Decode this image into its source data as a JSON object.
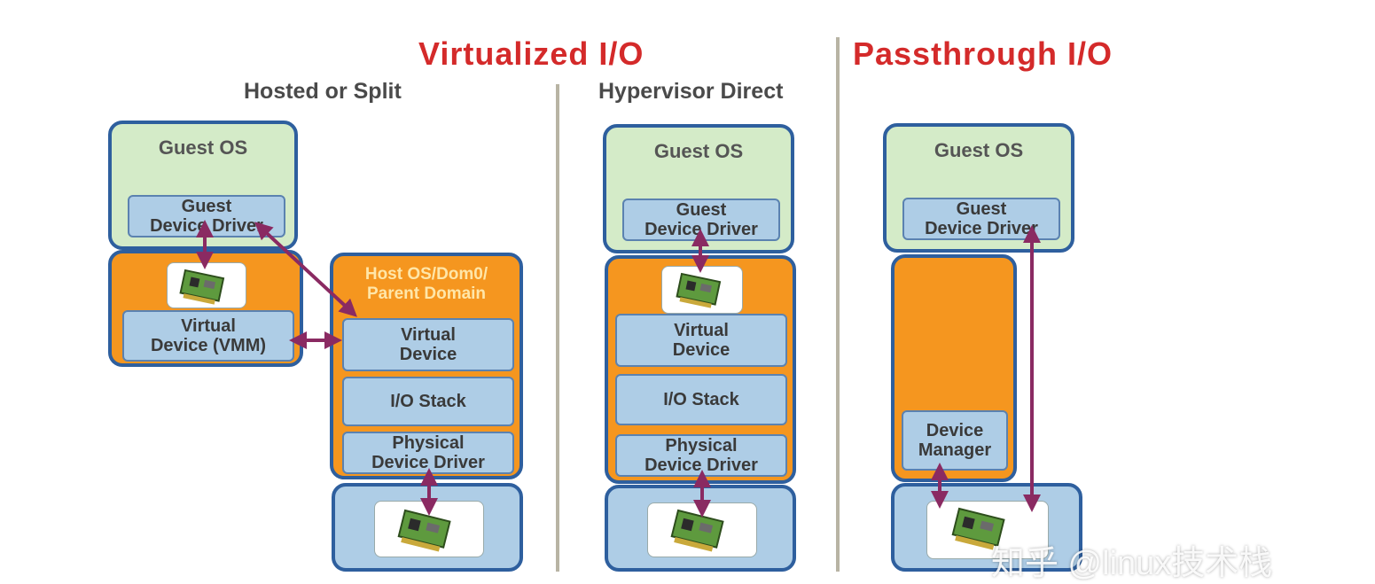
{
  "titles": {
    "virtualized": "Virtualized I/O",
    "passthrough": "Passthrough I/O"
  },
  "sections": {
    "hosted": "Hosted or Split",
    "hypervisor": "Hypervisor Direct"
  },
  "hosted": {
    "guest_os": "Guest OS",
    "guest_driver": "Guest\nDevice Driver",
    "virtual_device_vmm": "Virtual\nDevice (VMM)",
    "host_os": "Host OS/Dom0/\nParent Domain",
    "virtual_device": "Virtual\nDevice",
    "io_stack": "I/O Stack",
    "physical_driver": "Physical\nDevice Driver"
  },
  "direct": {
    "guest_os": "Guest OS",
    "guest_driver": "Guest\nDevice Driver",
    "virtual_device": "Virtual\nDevice",
    "io_stack": "I/O Stack",
    "physical_driver": "Physical\nDevice Driver"
  },
  "passthrough": {
    "guest_os": "Guest OS",
    "guest_driver": "Guest\nDevice Driver",
    "device_manager": "Device\nManager"
  },
  "watermark": "知乎 @linux技术栈",
  "colors": {
    "title_red": "#d42a2a",
    "guest_green": "#d4ebc8",
    "vmm_orange": "#f5961f",
    "device_blue": "#aecde6",
    "border_blue": "#2e5f9e",
    "arrow_purple": "#8a2a62"
  }
}
